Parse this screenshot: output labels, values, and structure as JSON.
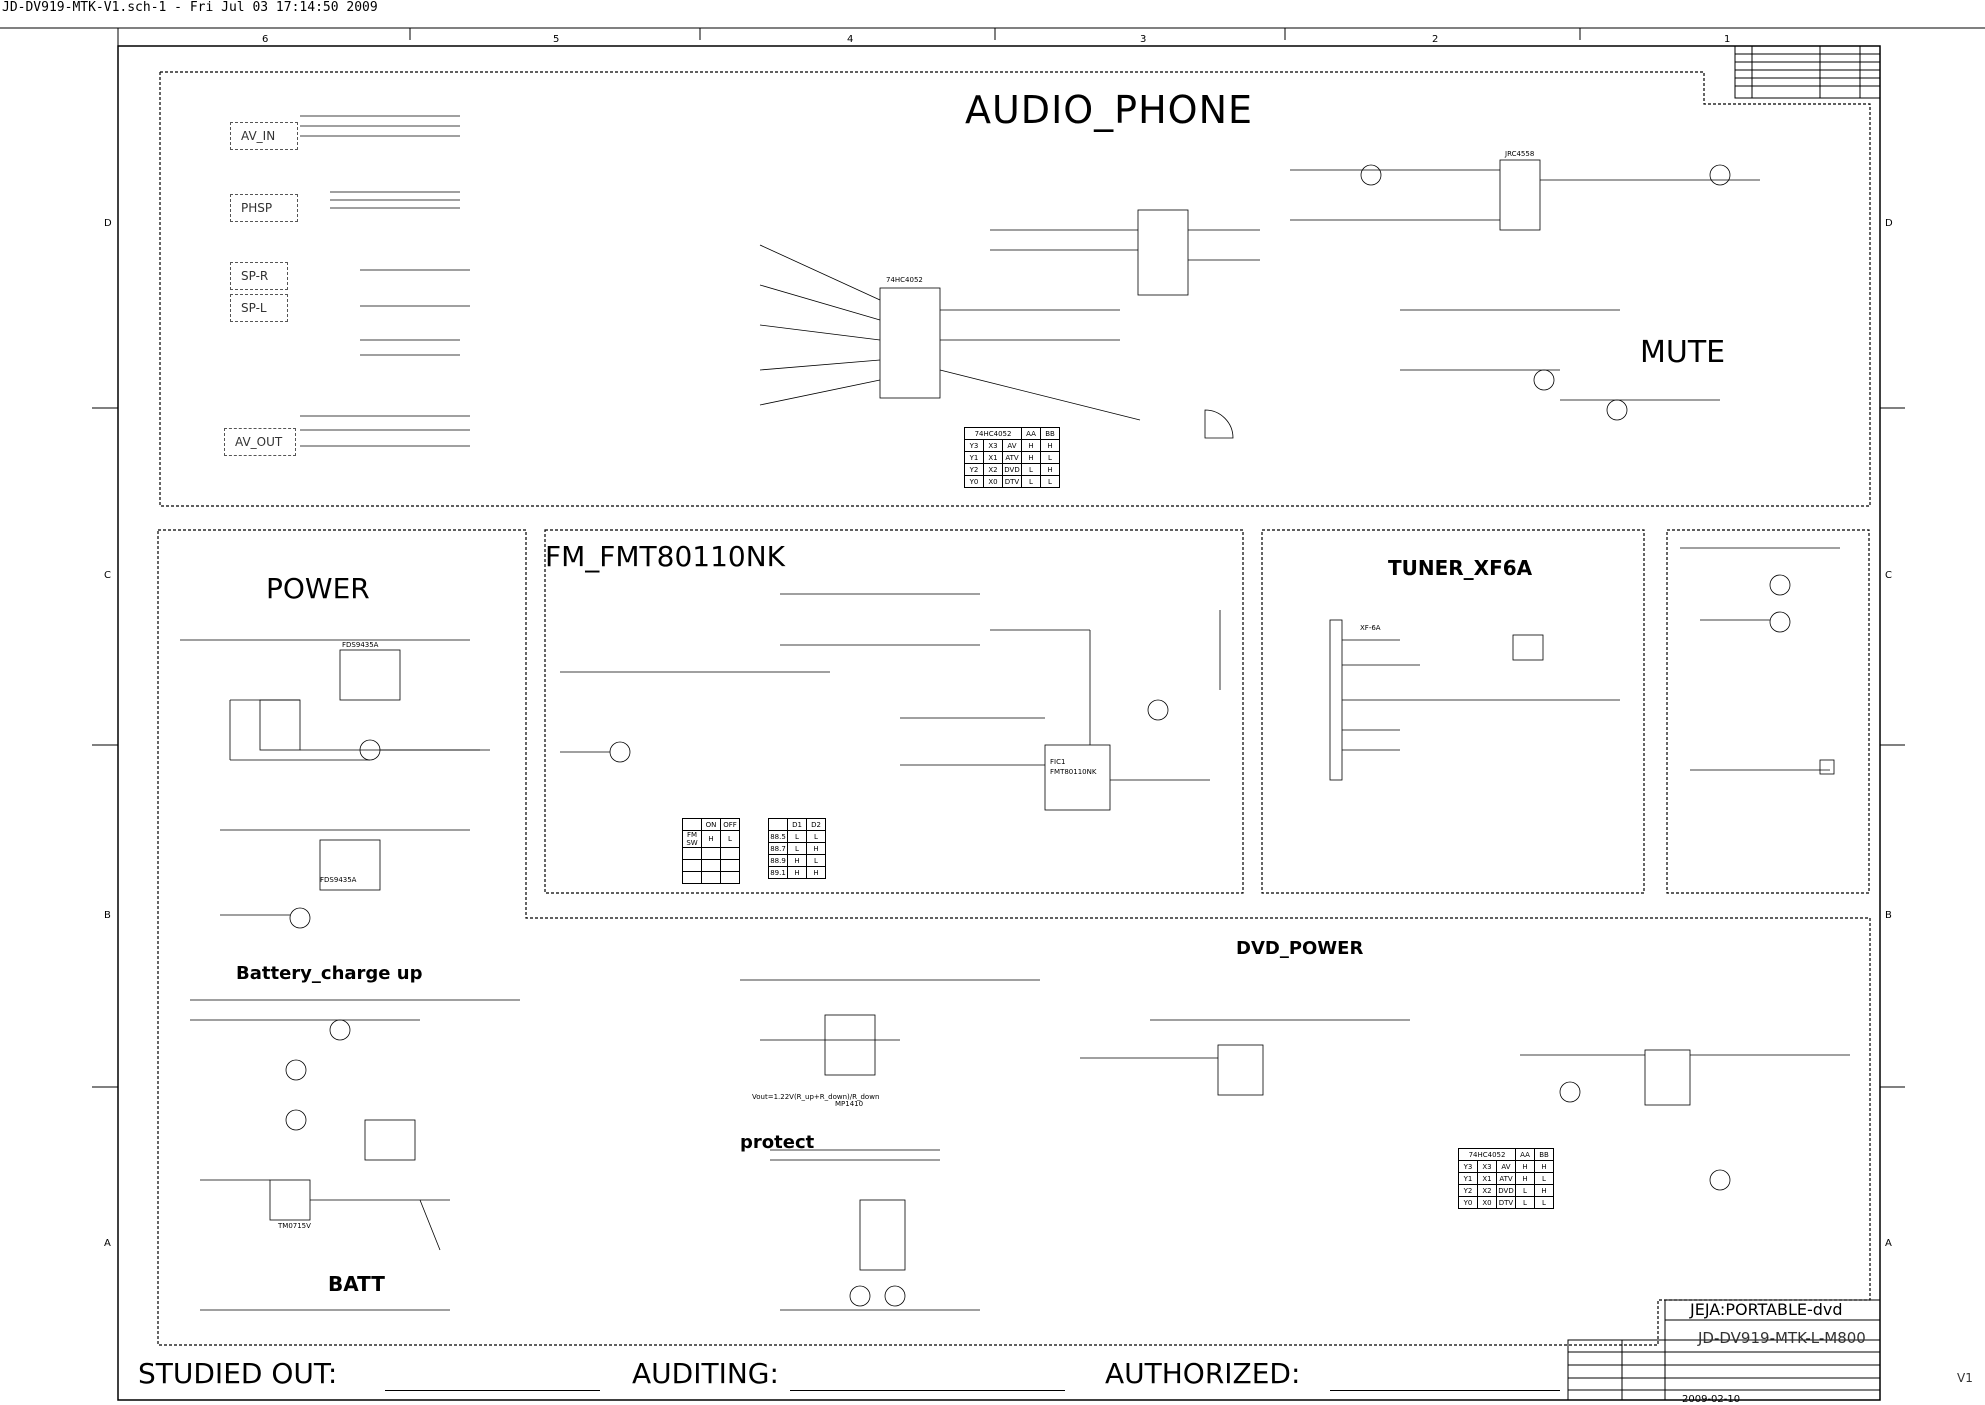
{
  "header": {
    "file_line": "JD-DV919-MTK-V1.sch-1 - Fri Jul 03 17:14:50 2009"
  },
  "columns": [
    "6",
    "5",
    "4",
    "3",
    "2",
    "1"
  ],
  "rows": [
    "D",
    "C",
    "B",
    "A"
  ],
  "sections": {
    "audio_phone": "AUDIO_PHONE",
    "mute": "MUTE",
    "power": "POWER",
    "fm": "FM_FMT80110NK",
    "tuner": "TUNER_XF6A",
    "dvd_power": "DVD_POWER",
    "battery_charge": "Battery_charge up",
    "protect": "protect",
    "batt": "BATT"
  },
  "blocks": {
    "av_in": "AV_IN",
    "phsp": "PHSP",
    "sp_r": "SP-R",
    "sp_l": "SP-L",
    "av_out": "AV_OUT"
  },
  "components": {
    "audio_ic": "74HC4052",
    "mute_ic": "JRC4558",
    "fm_ic": "FMT80110NK",
    "power_ic": "FDS9435A",
    "dvd_reg": "MP1410",
    "tuner": "XF-6A",
    "batt_ic": "TM0715V",
    "ic_label": "FIC1",
    "formula": "Vout=1.22V(R_up+R_down)/R_down"
  },
  "truth_table_audio": {
    "headers": [
      "74HC4052",
      "AA",
      "BB"
    ],
    "rows": [
      [
        "Y3",
        "X3",
        "AV",
        "H",
        "H"
      ],
      [
        "Y1",
        "X1",
        "ATV",
        "H",
        "L"
      ],
      [
        "Y2",
        "X2",
        "DVD",
        "L",
        "H"
      ],
      [
        "Y0",
        "X0",
        "DTV",
        "L",
        "L"
      ]
    ]
  },
  "fm_table1": {
    "headers": [
      "",
      "ON",
      "OFF"
    ],
    "rows": [
      [
        "FM SW",
        "H",
        "L"
      ]
    ]
  },
  "fm_table2": {
    "headers": [
      "",
      "D1",
      "D2"
    ],
    "rows": [
      [
        "88.5",
        "L",
        "L"
      ],
      [
        "88.7",
        "L",
        "H"
      ],
      [
        "88.9",
        "H",
        "L"
      ],
      [
        "89.1",
        "H",
        "H"
      ]
    ]
  },
  "footer": {
    "studied": "STUDIED  OUT:",
    "auditing": "AUDITING:",
    "authorized": "AUTHORIZED:"
  },
  "title_block": {
    "company": "JEJA:PORTABLE-dvd",
    "file": "JD-DV919-MTK-L-M800",
    "date": "2009-02-10",
    "rev": "V1"
  }
}
